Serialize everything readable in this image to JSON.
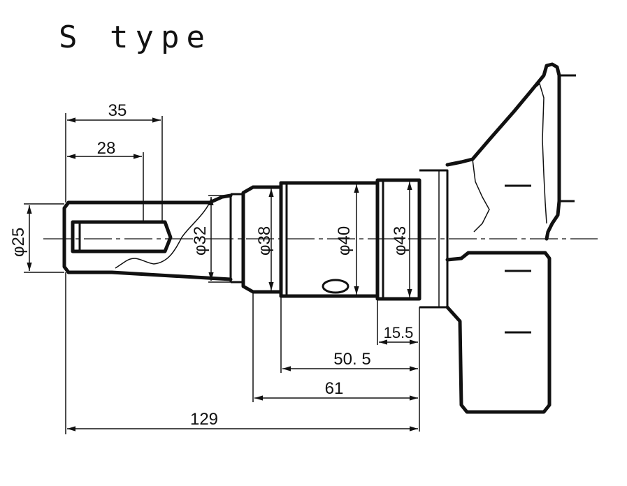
{
  "title": "S type",
  "dimensions": {
    "length_35": "35",
    "length_28": "28",
    "length_15_5": "15.5",
    "length_50_5": "50. 5",
    "length_61": "61",
    "length_129": "129",
    "dia_25": "φ25",
    "dia_32": "φ32",
    "dia_38": "φ38",
    "dia_40": "φ40",
    "dia_43": "φ43"
  },
  "colors": {
    "ink": "#111111",
    "paper": "#ffffff"
  }
}
